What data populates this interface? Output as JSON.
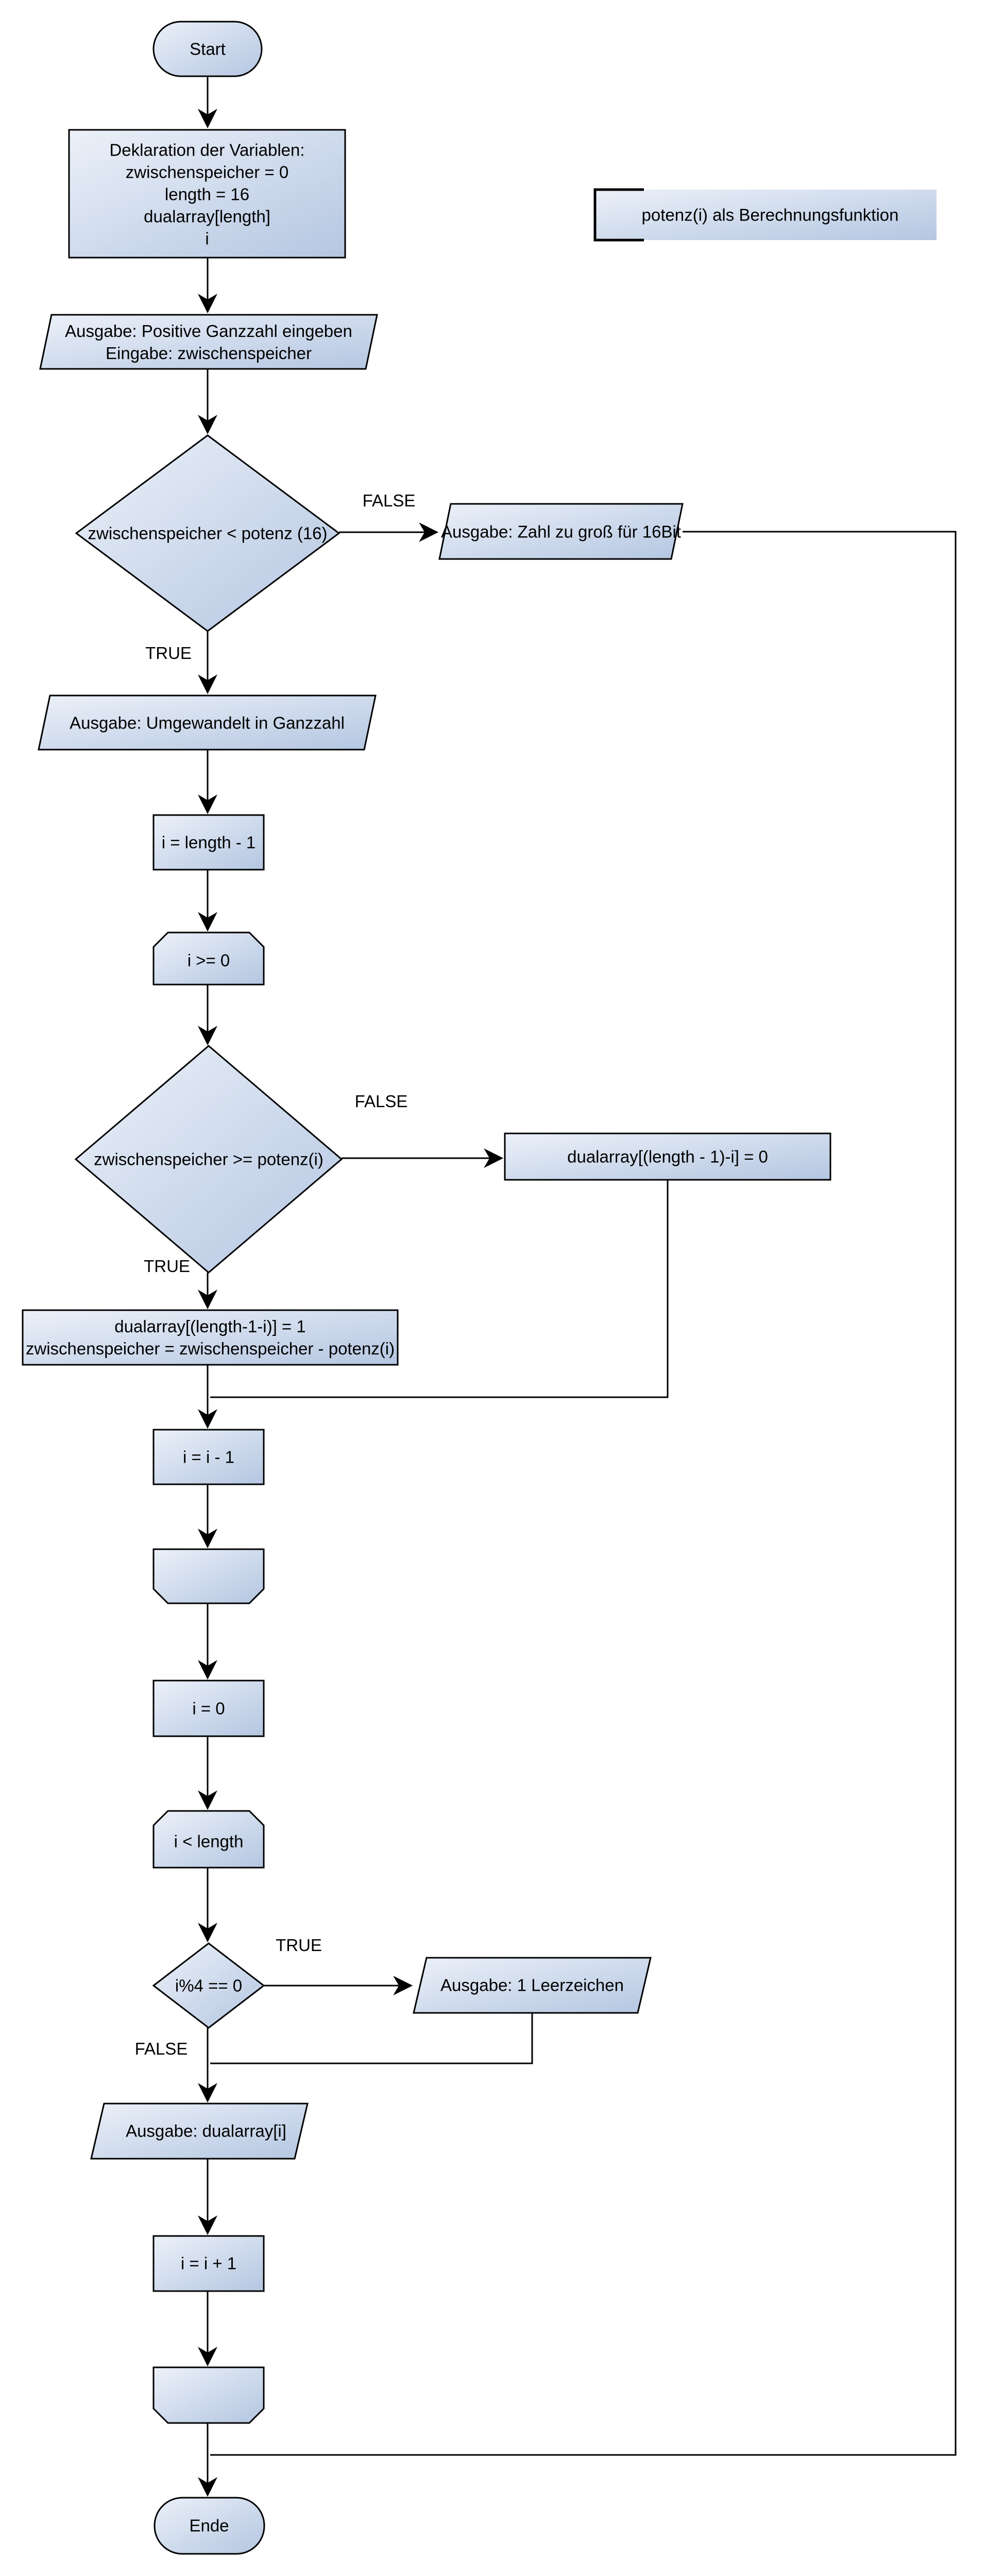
{
  "nodes": {
    "start": {
      "label": "Start"
    },
    "declaration": {
      "lines": [
        "Deklaration der Variablen:",
        "zwischenspeicher = 0",
        "length = 16",
        "dualarray[length]",
        "i"
      ]
    },
    "note_potenz": {
      "label": "potenz(i) als Berechnungsfunktion"
    },
    "io_input": {
      "lines": [
        "Ausgabe: Positive Ganzzahl eingeben",
        "Eingabe: zwischenspeicher"
      ]
    },
    "decision_16bit": {
      "label": "zwischenspeicher < potenz (16)"
    },
    "io_too_big": {
      "label": "Ausgabe: Zahl zu groß für 16Bit"
    },
    "io_converted": {
      "label": "Ausgabe: Umgewandelt in Ganzzahl"
    },
    "assign_i_length": {
      "label": "i = length - 1"
    },
    "loop1_condition": {
      "label": "i >= 0"
    },
    "decision_potenz": {
      "label": "zwischenspeicher >= potenz(i)"
    },
    "assign_zero": {
      "label": "dualarray[(length - 1)-i] = 0"
    },
    "assign_one": {
      "lines": [
        "dualarray[(length-1-i)] = 1",
        "zwischenspeicher = zwischenspeicher - potenz(i)"
      ]
    },
    "decrement_i": {
      "label": "i = i - 1"
    },
    "assign_i_zero": {
      "label": "i = 0"
    },
    "loop2_condition": {
      "label": "i < length"
    },
    "decision_mod": {
      "label": "i%4 == 0"
    },
    "io_space": {
      "label": "Ausgabe: 1 Leerzeichen"
    },
    "io_dualarray": {
      "label": "Ausgabe: dualarray[i]"
    },
    "increment_i": {
      "label": "i = i + 1"
    },
    "end": {
      "label": "Ende"
    }
  },
  "edge_labels": {
    "decision_16bit_false": "FALSE",
    "decision_16bit_true": "TRUE",
    "decision_potenz_false": "FALSE",
    "decision_potenz_true": "TRUE",
    "decision_mod_true": "TRUE",
    "decision_mod_false": "FALSE"
  },
  "colors": {
    "shape_fill_light": "#ecf1f9",
    "shape_fill_dark": "#b4c6e1",
    "shape_border": "#000000",
    "connector": "#000000",
    "text": "#000000",
    "background": "#ffffff"
  }
}
